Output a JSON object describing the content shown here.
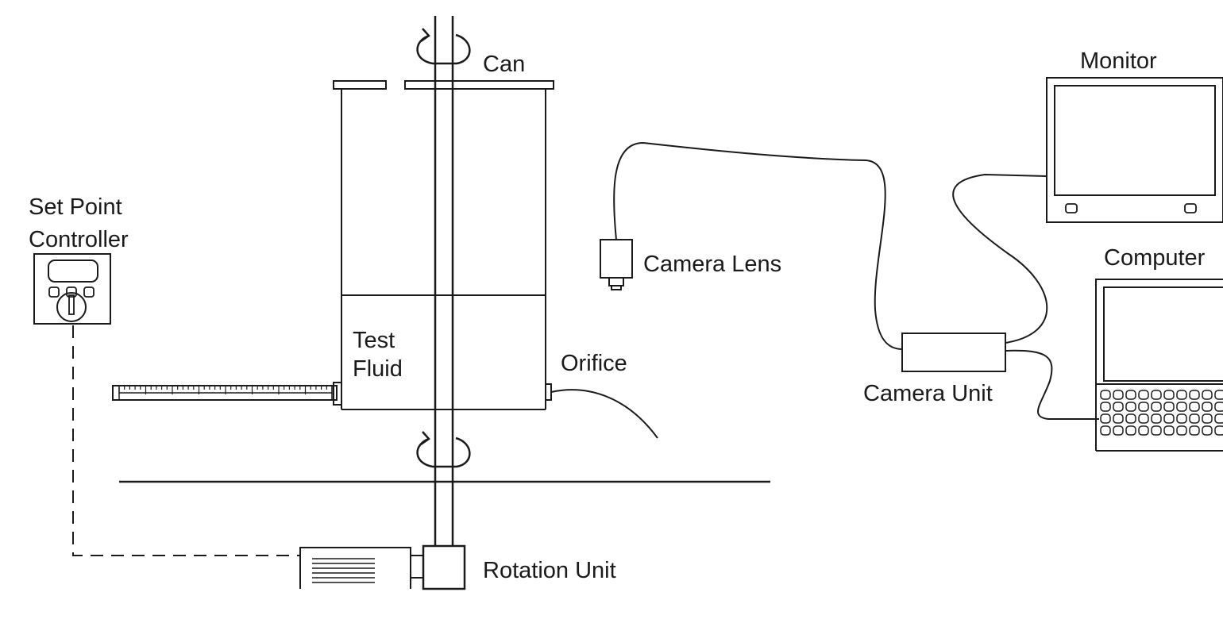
{
  "labels": {
    "can": "Can",
    "set_point_line1": "Set Point",
    "set_point_line2": "Controller",
    "test_fluid_line1": "Test",
    "test_fluid_line2": "Fluid",
    "orifice": "Orifice",
    "camera_lens": "Camera Lens",
    "camera_unit": "Camera Unit",
    "monitor": "Monitor",
    "computer": "Computer",
    "rotation_unit": "Rotation Unit"
  },
  "colors": {
    "ink": "#1a1a1a",
    "background": "#ffffff"
  }
}
